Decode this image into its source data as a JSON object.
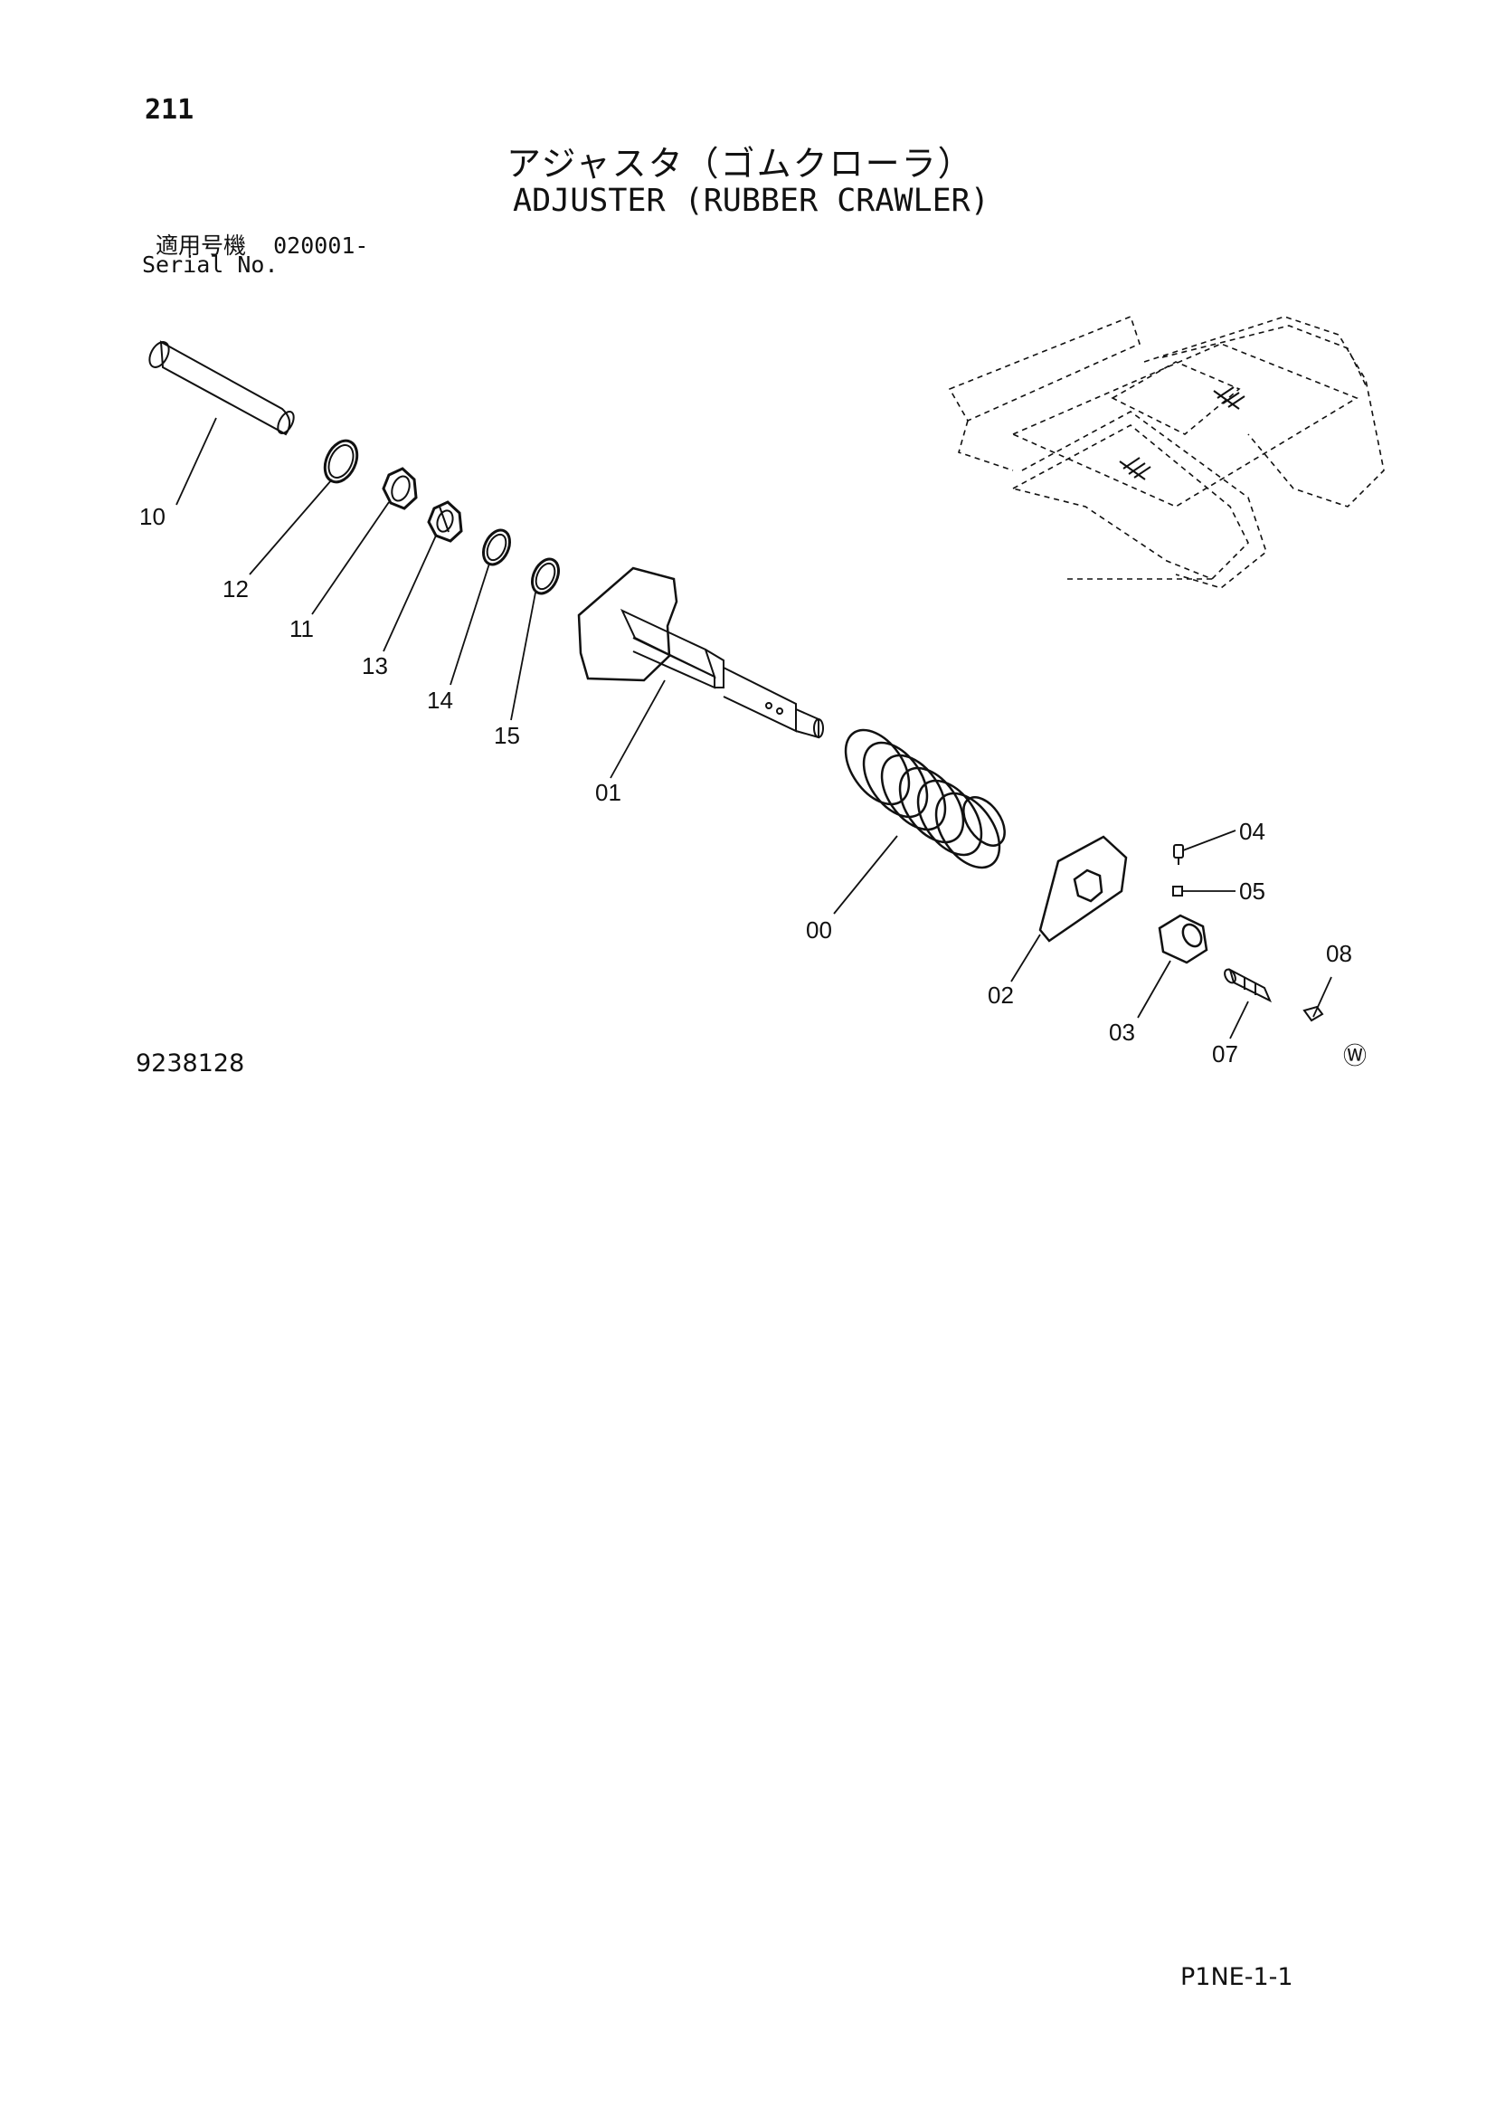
{
  "header": {
    "page_number": "211",
    "title_jp": "アジャスタ（ゴムクローラ）",
    "title_en": "ADJUSTER (RUBBER CRAWLER)",
    "serial_label_jp": "適用号機",
    "serial_range": "020001-",
    "serial_label_en": "Serial No."
  },
  "diagram": {
    "callouts": [
      "10",
      "12",
      "11",
      "13",
      "14",
      "15",
      "01",
      "00",
      "02",
      "03",
      "04",
      "05",
      "07",
      "08"
    ],
    "marker": "Ⓦ",
    "figure_number": "9238128"
  },
  "footer": {
    "page_code": "P1NE-1-1"
  }
}
